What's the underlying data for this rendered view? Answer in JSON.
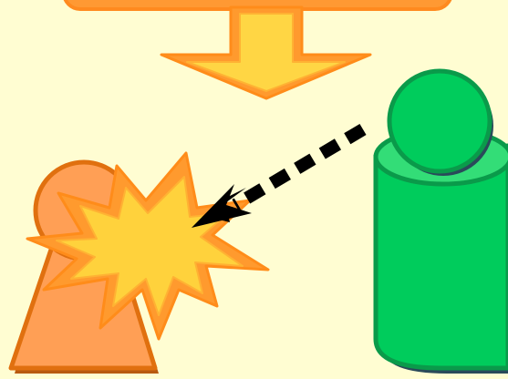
{
  "scene": {
    "background_color": "#FFFDD2",
    "top_box": {
      "fill": "#FF9933",
      "icon": "top-banner-box"
    },
    "down_arrow": {
      "fill": "#FFD644",
      "stroke": "#FF8C1A",
      "icon": "down-arrow-icon"
    },
    "orange_figure": {
      "fill": "#FF9F55",
      "stroke": "#E0700F",
      "icon": "pawn-figure-orange"
    },
    "explosion": {
      "outer_fill": "#FF9A2E",
      "inner_fill": "#FFD23C",
      "icon": "explosion-burst-icon"
    },
    "dotted_arrow": {
      "color": "#000000",
      "icon": "dashed-arrow-icon"
    },
    "green_figure": {
      "fill": "#00CC5C",
      "top_fill": "#33DD77",
      "stroke": "#0A9A4A",
      "shadow": "#2A4A5A",
      "icon": "cylinder-figure-green"
    }
  }
}
